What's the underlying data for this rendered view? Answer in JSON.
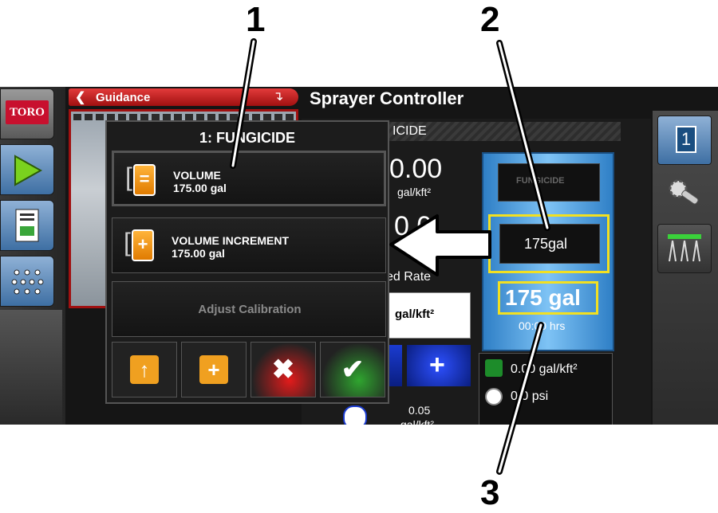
{
  "callouts": [
    "1",
    "2",
    "3"
  ],
  "header": {
    "back_label": "Guidance",
    "title": "Sprayer Controller",
    "brand": "TORO"
  },
  "left_rail": {
    "icons": [
      "toro-logo",
      "play-icon",
      "report-icon",
      "sprayer-nozzles-icon"
    ]
  },
  "right_rail": {
    "boom_number": "1",
    "icons": [
      "settings-wrench-icon",
      "boom-sections-icon"
    ]
  },
  "tank_panel": {
    "header_visible": "ICIDE",
    "rate_value": "0.00",
    "rate_unit": "gal/kft²",
    "row2_value_partial": "0.0",
    "row3_label_partial": "ed Rate",
    "target_rate_unit": "gal/kft²",
    "step_value": "0.05",
    "step_unit_partial": "gal/kft²",
    "product_name_box": "FUNGICIDE",
    "tank_volume_box": "175gal",
    "tank_volume_large": "175 gal",
    "hours_partial": "00:00 hrs",
    "stats": [
      {
        "icon": "applied-rate-icon",
        "text": "0.00 gal/kft²"
      },
      {
        "icon": "pressure-gauge-icon",
        "text": "0.0 psi"
      }
    ]
  },
  "dialog": {
    "title": "1: FUNGICIDE",
    "volume_label": "VOLUME",
    "volume_value": "175.00 gal",
    "increment_label": "VOLUME INCREMENT",
    "increment_value": "175.00 gal",
    "calibration_label": "Adjust Calibration",
    "buttons": [
      "fill-tank-icon",
      "add-volume-icon",
      "cancel-icon",
      "confirm-icon"
    ]
  },
  "colors": {
    "highlight": "#f2e021",
    "brand_red": "#c8102e",
    "accent_blue": "#3e6fa3"
  }
}
